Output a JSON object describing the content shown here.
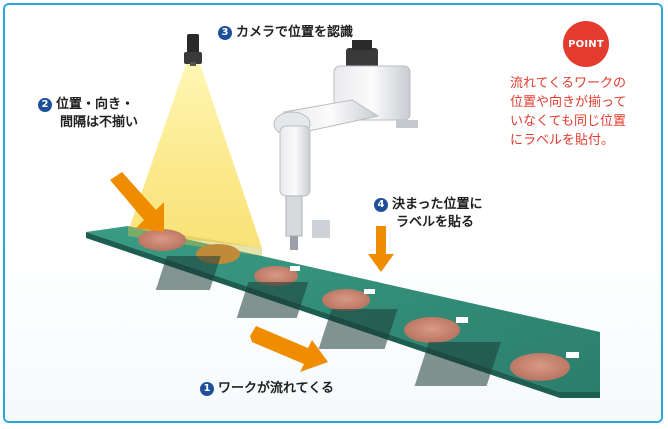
{
  "labels": {
    "step1": {
      "num": "1",
      "text": "ワークが流れてくる"
    },
    "step2": {
      "num": "2",
      "line1": "位置・向き・",
      "line2": "間隔は不揃い"
    },
    "step3": {
      "num": "3",
      "text": "カメラで位置を認識"
    },
    "step4": {
      "num": "4",
      "line1": "決まった位置に",
      "line2": "ラベルを貼る"
    }
  },
  "point": {
    "badge": "POINT",
    "lines": [
      "流れてくるワークの",
      "位置や向きが揃って",
      "いなくても同じ位置",
      "にラベルを貼付。"
    ]
  },
  "colors": {
    "frame": "#2aa7d8",
    "badge": "#e33b2e",
    "number_circle": "#1e4f9a",
    "arrow": "#f08c00",
    "conveyor": "#2f8f7a",
    "camera_light": "#f7e27a"
  }
}
